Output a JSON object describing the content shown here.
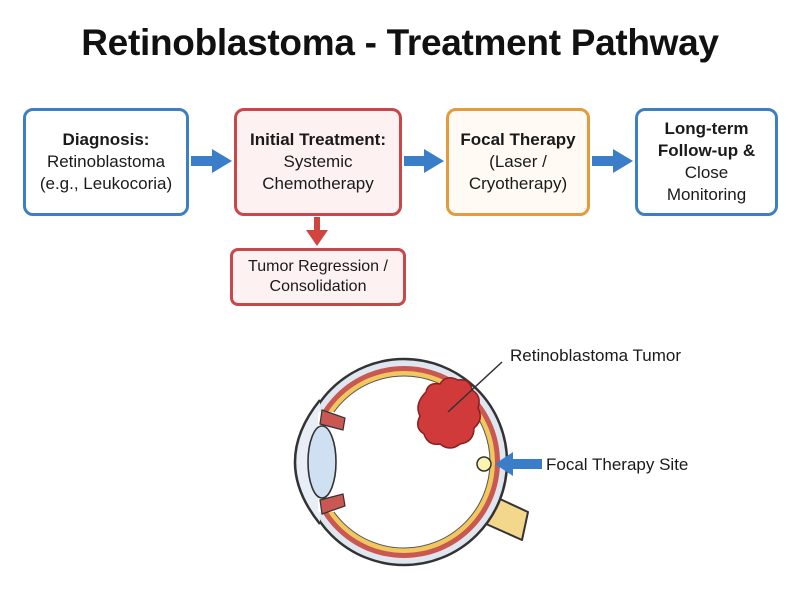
{
  "title": "Retinoblastoma - Treatment Pathway",
  "steps": [
    {
      "head": "Diagnosis:",
      "lines": [
        "Retinoblastoma",
        "(e.g., Leukocoria)"
      ]
    },
    {
      "head": "Initial Treatment:",
      "lines": [
        "Systemic",
        "Chemotherapy"
      ]
    },
    {
      "head": "Focal Therapy",
      "lines": [
        "(Laser /",
        "Cryotherapy)"
      ]
    },
    {
      "head": "Long-term",
      "head2": "Follow-up &",
      "lines": [
        "Close",
        "Monitoring"
      ]
    }
  ],
  "substep": {
    "lines": [
      "Tumor Regression /",
      "Consolidation"
    ]
  },
  "eye": {
    "tumor_label": "Retinoblastoma Tumor",
    "site_label": "Focal Therapy Site"
  },
  "colors": {
    "blue": "#3d7fc1",
    "red": "#c9474a",
    "orange": "#e39b3b",
    "arrow_blue": "#3a7dc8",
    "arrow_red": "#d0463f"
  }
}
